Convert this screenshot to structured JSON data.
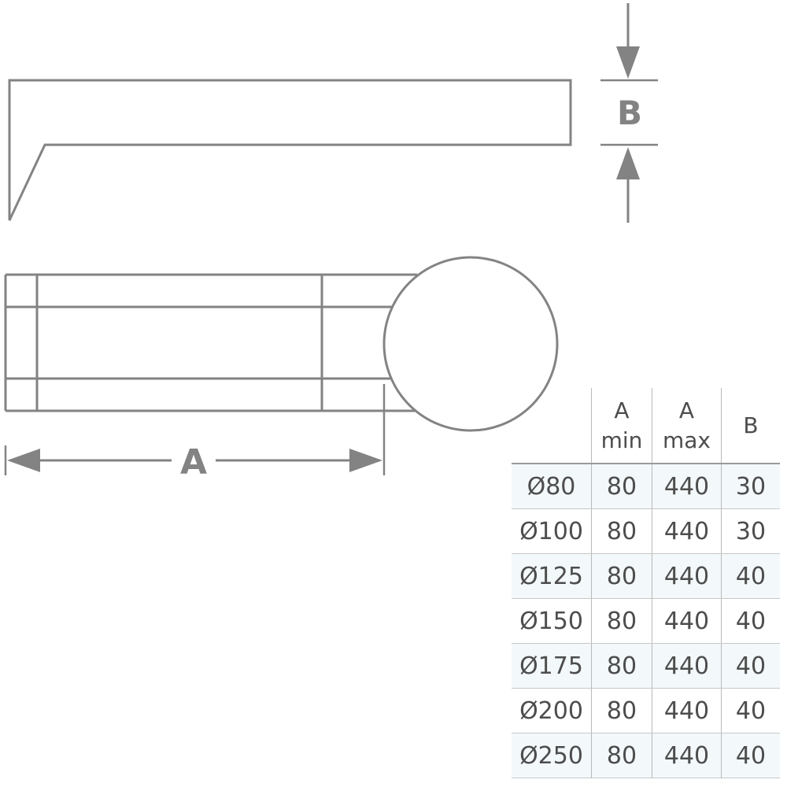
{
  "dimensions": {
    "a_label": "A",
    "b_label": "B"
  },
  "table": {
    "headers": [
      {
        "line1": "",
        "line2": ""
      },
      {
        "line1": "A",
        "line2": "min"
      },
      {
        "line1": "A",
        "line2": "max"
      },
      {
        "line1": "B",
        "line2": ""
      }
    ],
    "rows": [
      [
        "Ø80",
        "80",
        "440",
        "30"
      ],
      [
        "Ø100",
        "80",
        "440",
        "30"
      ],
      [
        "Ø125",
        "80",
        "440",
        "40"
      ],
      [
        "Ø150",
        "80",
        "440",
        "40"
      ],
      [
        "Ø175",
        "80",
        "440",
        "40"
      ],
      [
        "Ø200",
        "80",
        "440",
        "40"
      ],
      [
        "Ø250",
        "80",
        "440",
        "40"
      ]
    ]
  },
  "colors": {
    "line": "#838383",
    "text": "#4d4d4d",
    "row_shade": "#f3f8fb"
  }
}
